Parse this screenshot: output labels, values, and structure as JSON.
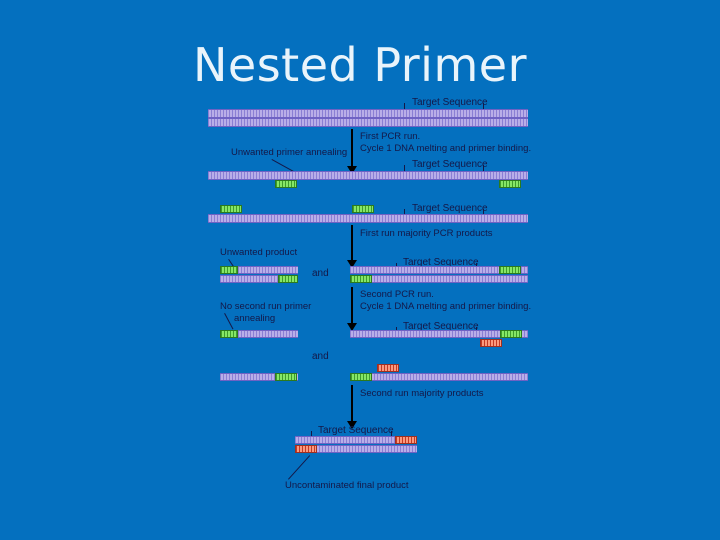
{
  "slide": {
    "title": "Nested Primer",
    "background_color": "#0470bf",
    "title_color": "#e9f4fb"
  },
  "diagram": {
    "type": "nested-pcr-schematic",
    "colors": {
      "dna_strand": "#b9aee8",
      "dna_strand_ticks": "#8a7fd4",
      "outer_primer": "#86e766",
      "nested_primer": "#fb9a7e",
      "label_text": "#141848",
      "arrow": "#000000"
    },
    "step_labels": {
      "first_pcr_line1": "First PCR run.",
      "first_pcr_line2": "Cycle 1 DNA melting and primer binding.",
      "first_run_products": "First run majority PCR products",
      "second_pcr_line1": "Second PCR run.",
      "second_pcr_line2": "Cycle 1 DNA melting and primer binding.",
      "second_run_products": "Second run majority products"
    },
    "callouts": {
      "unwanted_primer_annealing": "Unwanted primer annealing",
      "unwanted_product": "Unwanted product",
      "no_second_run_line1": "No second run primer",
      "no_second_run_line2": "annealing",
      "uncontaminated_final_product": "Uncontaminated final product"
    },
    "target_sequence_label": "Target Sequence",
    "conjunction": "and",
    "rows": [
      {
        "id": "row-1-template",
        "name": "genomic-template-double-strand",
        "target_label": true
      },
      {
        "id": "row-2-melted-top",
        "name": "melted-strand-with-unwanted-primer",
        "target_label": true
      },
      {
        "id": "row-3-melted-bottom",
        "name": "melted-strand-with-outer-primers",
        "target_label": true
      },
      {
        "id": "row-4-unwanted-product",
        "name": "unwanted-product-duplex",
        "target_label": false
      },
      {
        "id": "row-4-target-product",
        "name": "first-run-target-product-duplex",
        "target_label": true
      },
      {
        "id": "row-5-no-anneal",
        "name": "unwanted-product-no-nested-primer",
        "target_label": false
      },
      {
        "id": "row-5-nested-anneal",
        "name": "target-strand-with-nested-primer",
        "target_label": true
      },
      {
        "id": "row-6-no-anneal-b",
        "name": "unwanted-product-strand-b",
        "target_label": false
      },
      {
        "id": "row-6-nested-anneal-b",
        "name": "target-strand-with-nested-primer-b",
        "target_label": false
      },
      {
        "id": "row-7-final",
        "name": "final-nested-product-duplex",
        "target_label": true
      }
    ]
  }
}
